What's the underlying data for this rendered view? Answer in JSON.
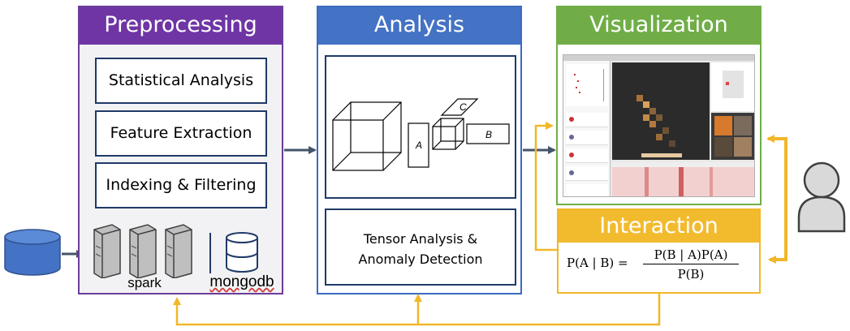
{
  "preprocessing": {
    "title": "Preprocessing",
    "steps": [
      "Statistical Analysis",
      "Feature Extraction",
      "Indexing & Filtering"
    ],
    "spark_label": "spark",
    "mongodb_label": "mongodb"
  },
  "analysis": {
    "title": "Analysis",
    "tensor_labels": [
      "C",
      "A",
      "B"
    ],
    "method_line1": "Tensor Analysis &",
    "method_line2": "Anomaly Detection"
  },
  "visualization": {
    "title": "Visualization"
  },
  "interaction": {
    "title": "Interaction",
    "formula_lhs": "P(A | B) =",
    "formula_num": "P(B | A)P(A)",
    "formula_den": "P(B)"
  },
  "colors": {
    "preprocessing": "#6f35a5",
    "analysis": "#4472c4",
    "visualization": "#70ad47",
    "interaction": "#f2bb2e",
    "arrow_dark": "#44546a",
    "database": "#4472c4"
  }
}
